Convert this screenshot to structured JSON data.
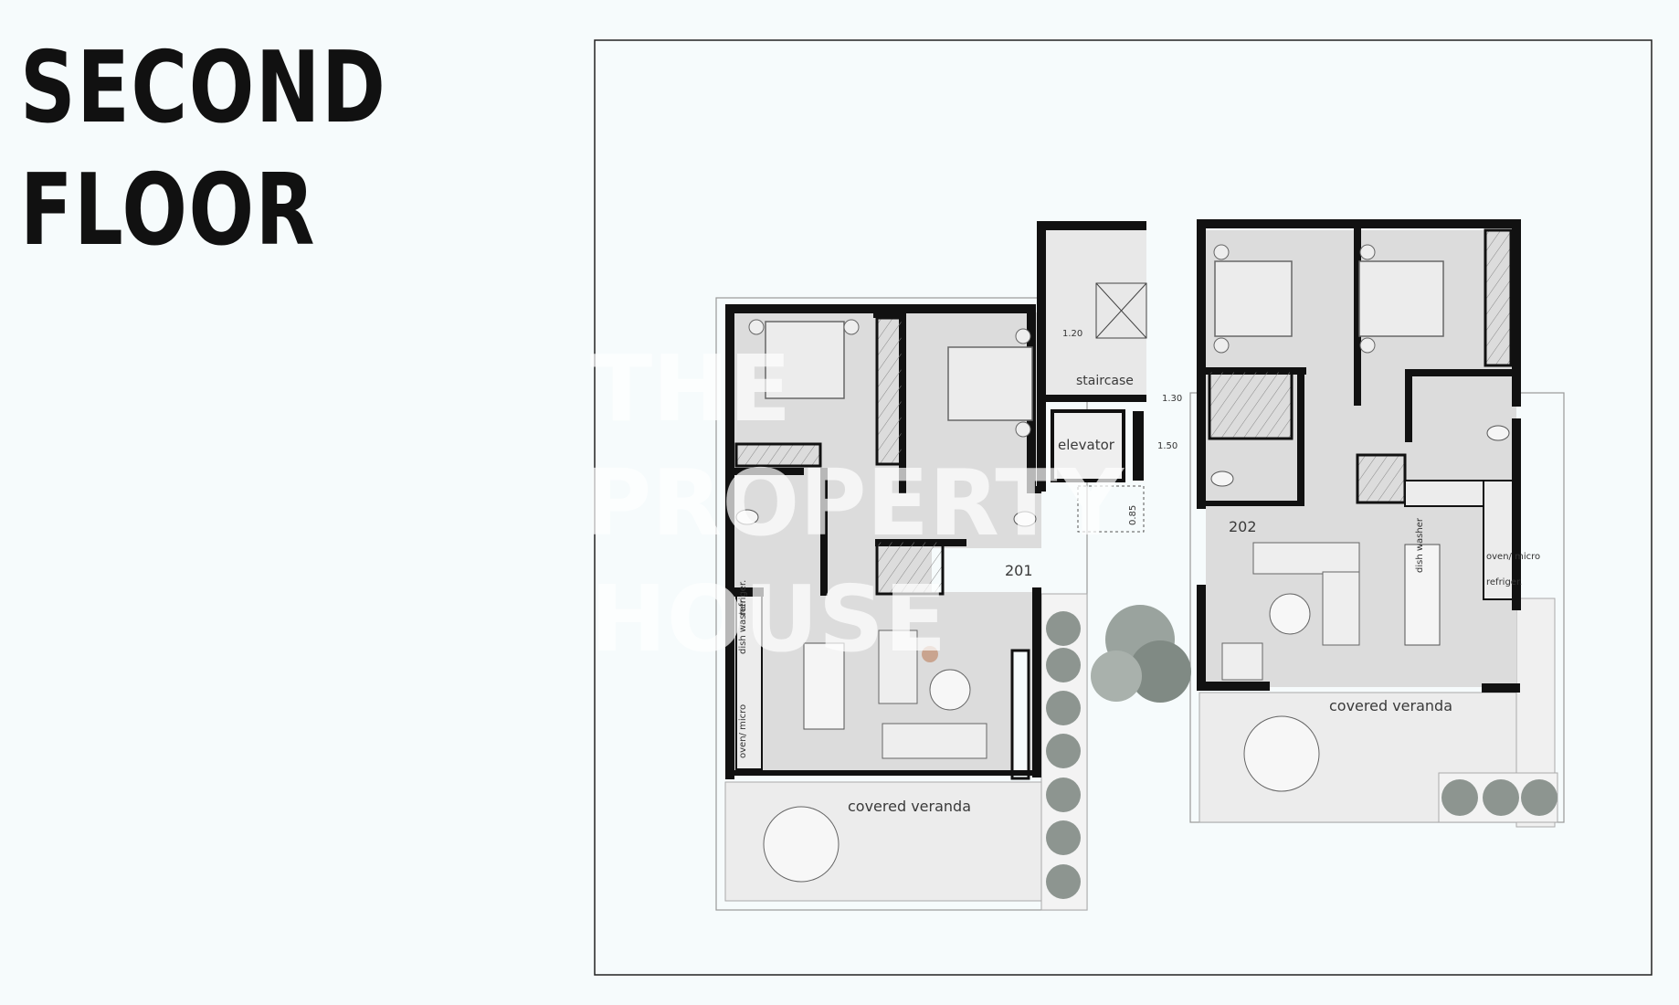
{
  "title": {
    "line1": "SECOND",
    "line2": "FLOOR"
  },
  "plan": {
    "apartment_201": "201",
    "apartment_202": "202",
    "staircase": "staircase",
    "elevator": "elevator",
    "covered_veranda_left": "covered veranda",
    "covered_veranda_right": "covered veranda",
    "dimensions": {
      "d120": "1.20",
      "d130": "1.30",
      "d150": "1.50",
      "d085": "0.85"
    },
    "appliances": {
      "refrigerator_left": "refriger.",
      "dishwasher_left": "dish washer",
      "oven_left": "oven/ micro",
      "dishwasher_right": "dish washer",
      "oven_right": "oven/ micro",
      "refrigerator_right": "refriger."
    }
  },
  "watermark": {
    "line1": "THE",
    "line2": "PROPERTY",
    "line3": "HOUSE"
  },
  "colors": {
    "background": "#f6fbfc",
    "wall": "#111111",
    "floor": "#dcdcdc",
    "veranda": "#ececec",
    "title": "#111111"
  }
}
